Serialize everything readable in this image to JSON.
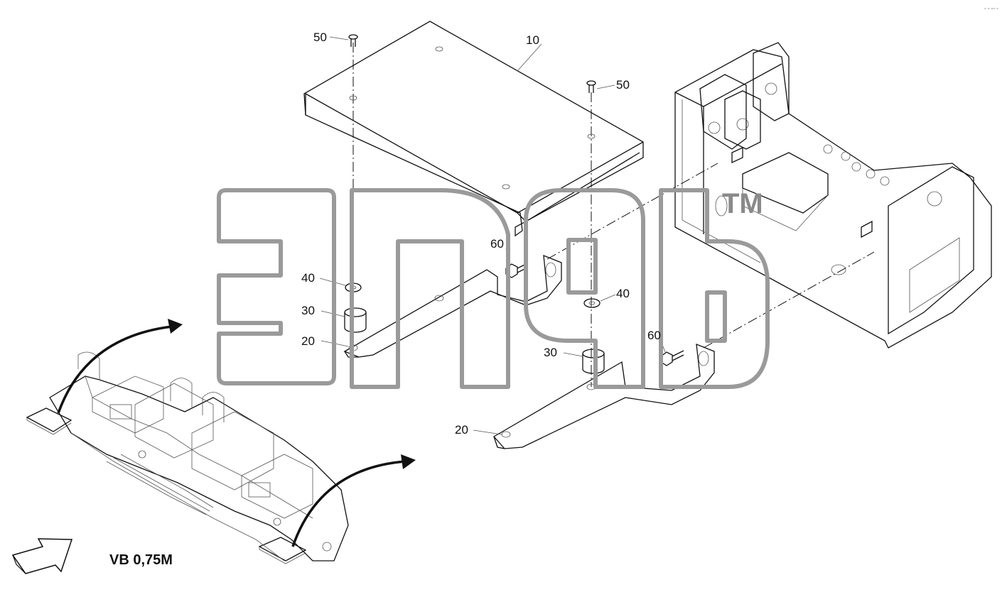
{
  "diagram": {
    "view_label": "VB 0,75M",
    "watermark_mark": "TM",
    "corner_code": "° ° °° °",
    "callouts": {
      "cover": "10",
      "screw_left": "50",
      "screw_right": "50",
      "bracket_left": "20",
      "bracket_right": "20",
      "damper_left": "30",
      "damper_right": "30",
      "washer_left": "40",
      "washer_right": "40",
      "bolt_left": "60",
      "bolt_right": "60"
    },
    "colors": {
      "line": "#111111",
      "watermark": "#9a9a9a"
    }
  }
}
